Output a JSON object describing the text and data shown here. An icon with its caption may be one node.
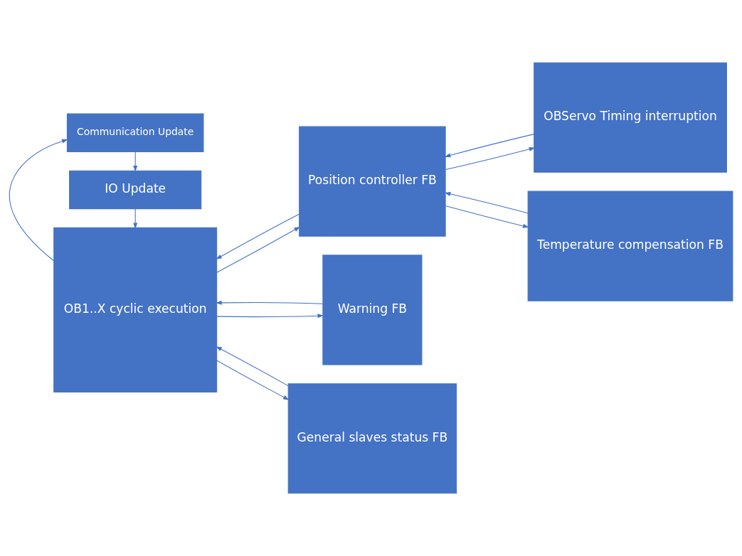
{
  "diagram": {
    "nodes": [
      {
        "text": [
          "IO Update"
        ]
      },
      {
        "text": [
          "OB1..X cyclic execution"
        ]
      },
      {
        "text": [
          "Communication Update"
        ]
      },
      {
        "text": [
          "Position controller FB"
        ]
      },
      {
        "text": [
          "OBServo Timing interruption"
        ]
      },
      {
        "text": [
          "Temperature compensation FB"
        ]
      },
      {
        "text": [
          "Warning FB"
        ]
      },
      {
        "text": [
          "General slaves status FB"
        ]
      }
    ],
    "edges": [
      {
        "from": 0,
        "to": 1,
        "arrow": "to"
      },
      {
        "from": 1,
        "to": 2,
        "arrow": "to"
      },
      {
        "from": 2,
        "to": 0,
        "arrow": "to"
      },
      {
        "from": 1,
        "to": 3,
        "arrow": "to"
      },
      {
        "from": 3,
        "to": 1,
        "arrow": "to"
      },
      {
        "from": 3,
        "to": 4,
        "arrow": "to"
      },
      {
        "from": 4,
        "to": 3,
        "arrow": "to"
      },
      {
        "from": 3,
        "to": 5,
        "arrow": "to"
      },
      {
        "from": 5,
        "to": 3,
        "arrow": "to"
      },
      {
        "from": 1,
        "to": 6,
        "arrow": "to"
      },
      {
        "from": 6,
        "to": 1,
        "arrow": "to"
      },
      {
        "from": 1,
        "to": 7,
        "arrow": "to"
      },
      {
        "from": 7,
        "to": 1,
        "arrow": "to"
      }
    ]
  }
}
